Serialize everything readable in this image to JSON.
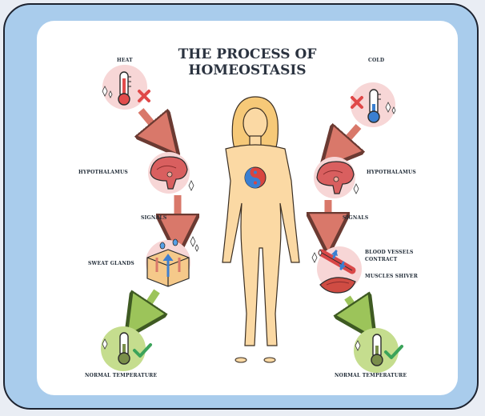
{
  "title_line1": "THE PROCESS OF",
  "title_line2": "HOMEOSTASIS",
  "left": {
    "trigger": "HEAT",
    "brain": "HYPOTHALAMUS",
    "signals": "SIGNALS",
    "effector": "SWEAT GLANDS",
    "result": "NORMAL TEMPERATURE"
  },
  "right": {
    "trigger": "COLD",
    "brain": "HYPOTHALAMUS",
    "signals": "SIGNALS",
    "effector_1": "BLOOD VESSELS",
    "effector_2": "CONTRACT",
    "effector_3": "MUSCLES SHIVER",
    "result": "NORMAL TEMPERATURE"
  },
  "colors": {
    "frame": "#a9ccec",
    "card": "#ffffff",
    "pink_circle": "#f7d6d6",
    "green_circle": "#c5dd8e",
    "arrow_red": "#d9786a",
    "arrow_green": "#9cc45a",
    "body": "#fbd9a4",
    "hair": "#f6c978"
  },
  "icons": [
    "thermometer-hot-icon",
    "x-mark-icon",
    "brain-icon",
    "sweat-gland-icon",
    "thermometer-cold-icon",
    "blood-vessel-icon",
    "muscle-icon",
    "check-mark-icon",
    "sparkle-icon",
    "yin-yang-icon"
  ]
}
